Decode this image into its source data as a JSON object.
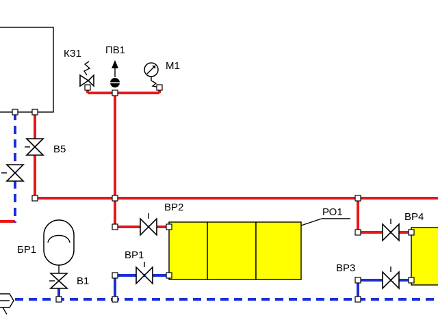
{
  "labels": {
    "safety_valve": "КЗ1",
    "air_vent": "ПВ1",
    "pressure_gauge": "М1",
    "valve_b5": "В5",
    "expansion_tank": "БР1",
    "valve_b1": "В1",
    "rad_valve_1": "ВР1",
    "rad_valve_2": "ВР2",
    "rad_valve_3": "ВР3",
    "rad_valve_4": "ВР4",
    "radiator": "РО1"
  },
  "colors": {
    "supply_pipe": "#e8161a",
    "return_pipe": "#1a2fd6",
    "radiator_fill": "#ffff00"
  }
}
